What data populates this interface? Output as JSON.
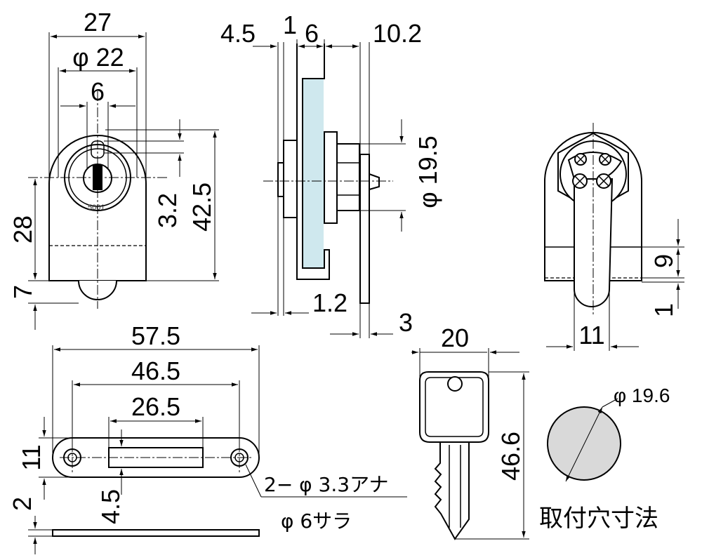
{
  "front_view": {
    "dims": {
      "width": "27",
      "dia_outer": "φ 22",
      "key_width": "6",
      "slot": "3.2",
      "height": "42.5",
      "lower": "28",
      "tab": "7"
    },
    "engraving": "5001"
  },
  "side_view": {
    "dims": {
      "left_offset": "4.5",
      "gap": "1",
      "glass": "6",
      "depth": "10.2",
      "dia": "φ 19.5",
      "lip": "1.2",
      "bar": "3"
    }
  },
  "rear_view": {
    "dims": {
      "width": "11",
      "height": "9",
      "gap": "1"
    }
  },
  "strike_plate": {
    "dims": {
      "length": "57.5",
      "pitch": "46.5",
      "slot_length": "26.5",
      "height": "11",
      "slot_offset": "4.5",
      "thickness": "2"
    },
    "hole_note": "2− φ 3.3アナ",
    "countersink_note": "φ 6サラ"
  },
  "key": {
    "dims": {
      "width": "20",
      "length": "46.6"
    }
  },
  "mounting_hole": {
    "dia": "φ 19.6",
    "caption": "取付穴寸法"
  }
}
